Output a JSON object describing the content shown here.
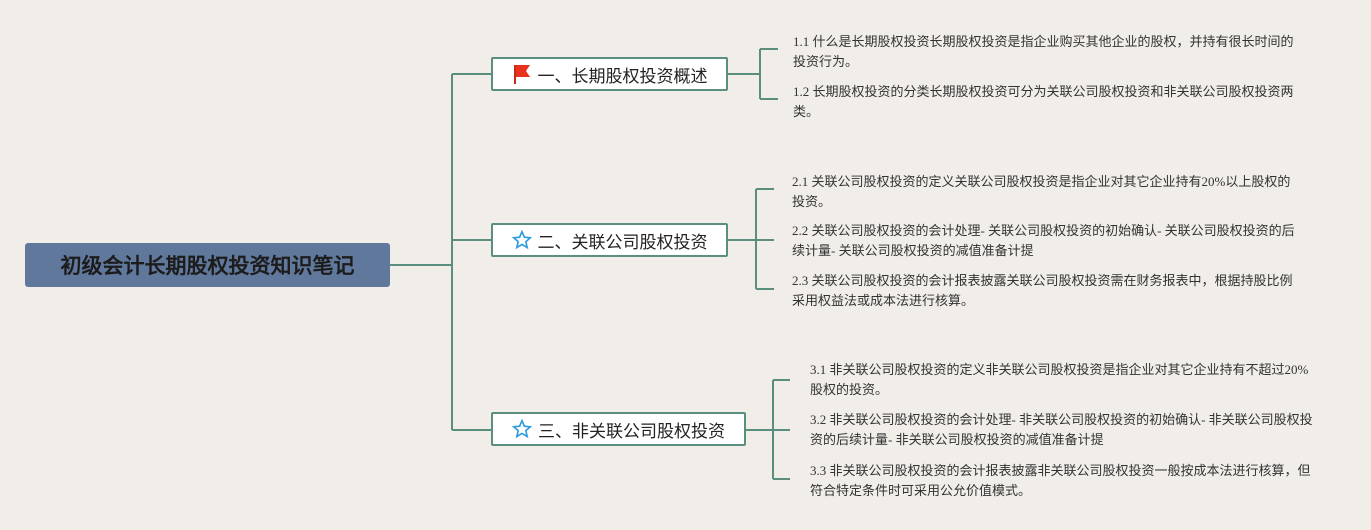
{
  "root": {
    "title": "初级会计长期股权投资知识笔记"
  },
  "branches": [
    {
      "label": "一、长期股权投资概述",
      "icon": "flag-icon",
      "icon_color": "#e8321e",
      "leaves": [
        "1.1 什么是长期股权投资长期股权投资是指企业购买其他企业的股权，并持有很长时间的投资行为。",
        "1.2 长期股权投资的分类长期股权投资可分为关联公司股权投资和非关联公司股权投资两类。"
      ]
    },
    {
      "label": "二、关联公司股权投资",
      "icon": "star-icon",
      "icon_color": "#2f9be0",
      "leaves": [
        "2.1 关联公司股权投资的定义关联公司股权投资是指企业对其它企业持有20%以上股权的投资。",
        "2.2 关联公司股权投资的会计处理- 关联公司股权投资的初始确认- 关联公司股权投资的后续计量- 关联公司股权投资的减值准备计提",
        "2.3 关联公司股权投资的会计报表披露关联公司股权投资需在财务报表中，根据持股比例采用权益法或成本法进行核算。"
      ]
    },
    {
      "label": "三、非关联公司股权投资",
      "icon": "star-icon",
      "icon_color": "#2f9be0",
      "leaves": [
        "3.1 非关联公司股权投资的定义非关联公司股权投资是指企业对其它企业持有不超过20%股权的投资。",
        "3.2 非关联公司股权投资的会计处理- 非关联公司股权投资的初始确认- 非关联公司股权投资的后续计量- 非关联公司股权投资的减值准备计提",
        "3.3 非关联公司股权投资的会计报表披露非关联公司股权投资一般按成本法进行核算，但符合特定条件时可采用公允价值模式。"
      ]
    }
  ],
  "colors": {
    "connector": "#5a8f80",
    "root_bg": "#61789d",
    "background": "#f1ede8"
  }
}
